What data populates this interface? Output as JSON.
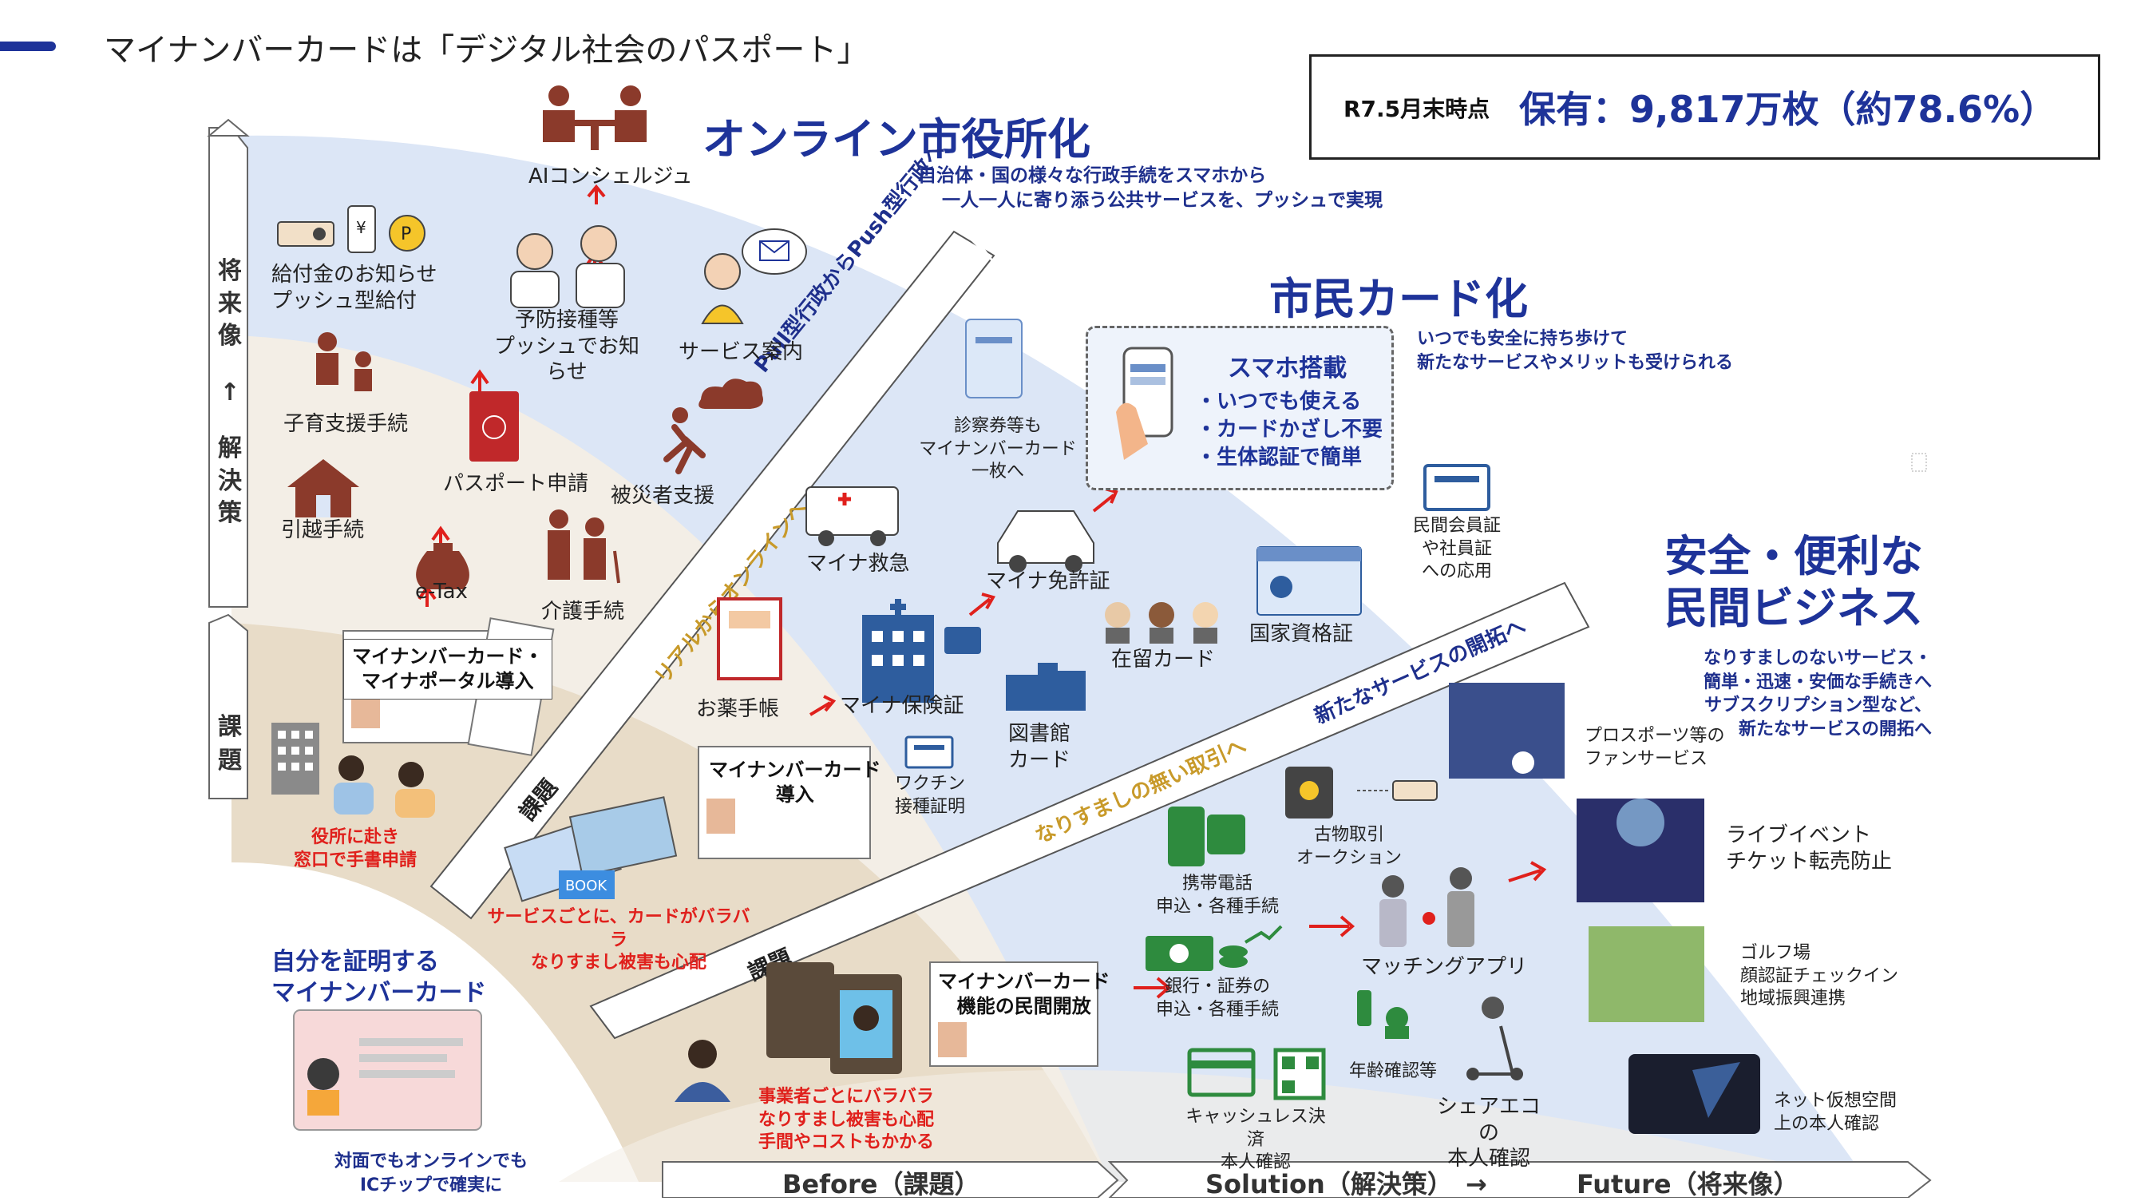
{
  "page": {
    "title": "マイナンバーカードは「デジタル社会のパスポート」",
    "stat_date": "R7.5月末時点",
    "stat_text": "保有：9,817万枚（約78.6%）"
  },
  "axis": {
    "future": [
      "将",
      "来",
      "像",
      "↑",
      "解",
      "決",
      "策"
    ],
    "issue": [
      "課",
      "題"
    ],
    "bottom": [
      "Before（課題）",
      "Solution（解決策）　→",
      "Future（将来像）"
    ]
  },
  "headings": {
    "online": "オンライン市役所化",
    "online_desc": [
      "自治体・国の様々な行政手続をスマホから",
      "一人一人に寄り添う公共サービスを、プッシュで実現"
    ],
    "citizen": "市民カード化",
    "citizen_desc": [
      "いつでも安全に持ち歩けて",
      "新たなサービスやメリットも受けられる"
    ],
    "business": [
      "安全・便利な",
      "民間ビジネス"
    ],
    "business_desc": [
      "なりすましのないサービス・",
      "簡単・迅速・安価な手続きへ",
      "サブスクリプション型など、",
      "新たなサービスの開拓へ"
    ]
  },
  "bands": {
    "push": "Pull型行政からPush型行政へ",
    "online": "リアルからオンラインへ",
    "new_service": "新たなサービスの開拓へ",
    "no_spoof": "なりすましの無い取引へ",
    "issue1": "課題",
    "issue2": "課題"
  },
  "smartphone": {
    "title": "スマホ搭載",
    "points": [
      "・いつでも使える",
      "・カードかざし不要",
      "・生体認証で簡単"
    ]
  },
  "labels": {
    "ai": "AIコンシェルジュ",
    "benefit": [
      "給付金のお知らせ",
      "プッシュ型給付"
    ],
    "vaccine": [
      "予防接種等",
      "プッシュでお知らせ"
    ],
    "service": "サービス案内",
    "childcare": "子育支援手続",
    "passport": "パスポート申請",
    "disaster": "被災者支援",
    "moving": "引越手続",
    "etax": "e-Tax",
    "care": "介護手続",
    "portal": [
      "マイナンバーカード・",
      "マイナポータル導入"
    ],
    "counter": [
      "役所に赴き",
      "窓口で手書申請"
    ],
    "cards_issue": [
      "サービスごとに、カードがバラバラ",
      "なりすまし被害も心配"
    ],
    "self": [
      "自分を証明する",
      "マイナンバーカード"
    ],
    "ic": [
      "対面でもオンラインでも",
      "ICチップで確実に"
    ],
    "patient": [
      "診察券等も",
      "マイナンバーカード",
      "一枚へ"
    ],
    "ambulance": "マイナ救急",
    "license": "マイナ免許証",
    "medicine": "お薬手帳",
    "insurance": "マイナ保険証",
    "intro": [
      "マイナンバーカード",
      "導入"
    ],
    "vaccine_cert": [
      "ワクチン",
      "接種証明"
    ],
    "library": [
      "図書館",
      "カード"
    ],
    "residence": "在留カード",
    "qualification": "国家資格証",
    "member": [
      "民間会員証",
      "や社員証",
      "への応用"
    ],
    "sports": [
      "プロスポーツ等の",
      "ファンサービス"
    ],
    "live": [
      "ライブイベント",
      "チケット転売防止"
    ],
    "golf": [
      "ゴルフ場",
      "顔認証チェックイン",
      "地域振興連携"
    ],
    "virtual": [
      "ネット仮想空間",
      "上の本人確認"
    ],
    "auction": [
      "古物取引",
      "オークション"
    ],
    "mobile": [
      "携帯電話",
      "申込・各種手続"
    ],
    "matching": "マッチングアプリ",
    "bank": [
      "銀行・証券の",
      "申込・各種手続"
    ],
    "cashless": [
      "キャッシュレス決済",
      "本人確認"
    ],
    "age": "年齢確認等",
    "scooter": [
      "シェアエコの",
      "本人確認"
    ],
    "private_open": [
      "マイナンバーカード",
      "機能の民間開放"
    ],
    "vendor_issue": [
      "事業者ごとにバラバラ",
      "なりすまし被害も心配",
      "手間やコストもかかる"
    ]
  },
  "colors": {
    "navy": "#1e3399",
    "red": "#e0201c",
    "band_blue": "#dce6f6",
    "band_beige": "#f2ece2",
    "band_tan": "#e6dac6",
    "icon_blue": "#2e5d9e",
    "icon_green": "#2e8b3e",
    "icon_brown": "#8b3a2b"
  }
}
